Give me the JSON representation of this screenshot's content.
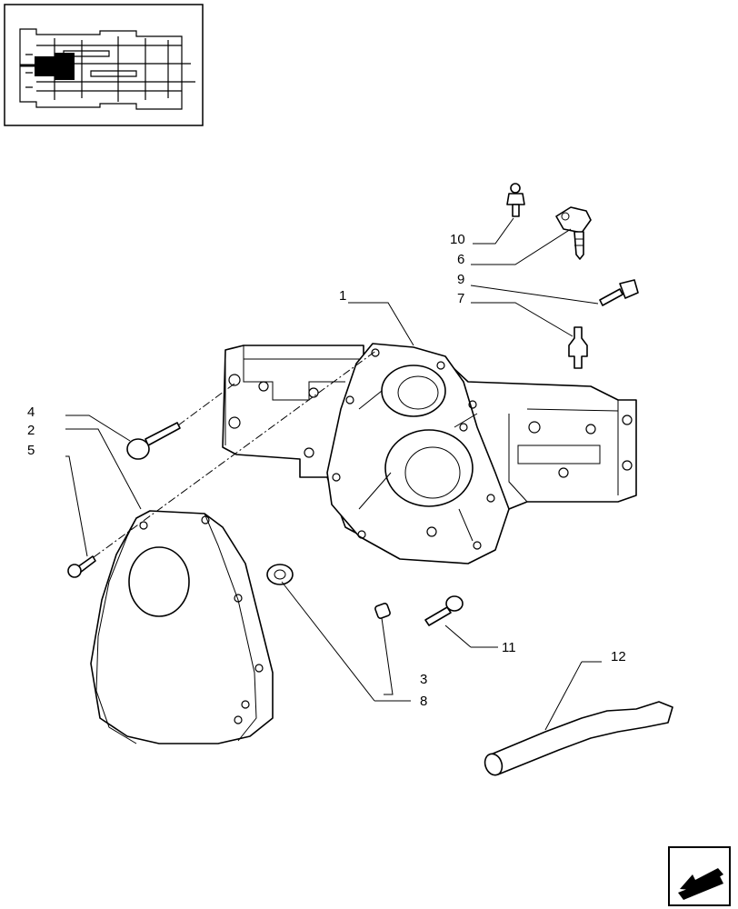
{
  "callouts": [
    {
      "id": "c1",
      "text": "1"
    },
    {
      "id": "c2",
      "text": "2"
    },
    {
      "id": "c3",
      "text": "3"
    },
    {
      "id": "c4",
      "text": "4"
    },
    {
      "id": "c5",
      "text": "5"
    },
    {
      "id": "c6",
      "text": "6"
    },
    {
      "id": "c7",
      "text": "7"
    },
    {
      "id": "c8",
      "text": "8"
    },
    {
      "id": "c9",
      "text": "9"
    },
    {
      "id": "c10",
      "text": "10"
    },
    {
      "id": "c11",
      "text": "11"
    },
    {
      "id": "c12",
      "text": "12"
    }
  ]
}
